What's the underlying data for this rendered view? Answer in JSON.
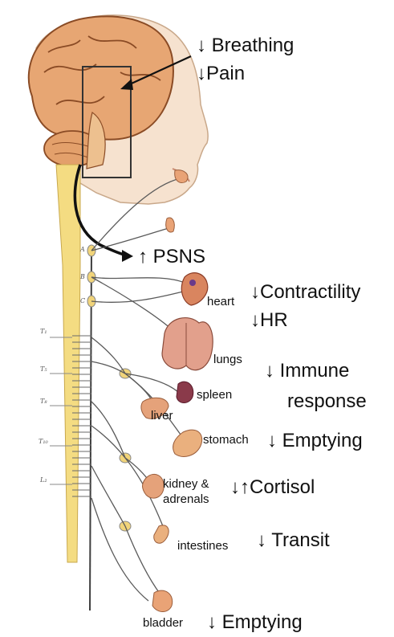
{
  "effects": {
    "breathing": "↓ Breathing",
    "pain": "↓Pain",
    "psns": "↑ PSNS",
    "contractility": "↓Contractility",
    "hr": "↓HR",
    "immune_line1": "↓ Immune",
    "immune_line2": "response",
    "stomach_emptying": "↓ Emptying",
    "cortisol": "↓↑Cortisol",
    "transit": "↓ Transit",
    "bladder_emptying": "↓ Emptying"
  },
  "organs": {
    "heart": "heart",
    "lungs": "lungs",
    "spleen": "spleen",
    "liver": "liver",
    "stomach": "stomach",
    "kidney_line1": "kidney &",
    "kidney_line2": "adrenals",
    "intestines": "intestines",
    "bladder": "bladder"
  },
  "spine_ticks": [
    "T₁",
    "T₅",
    "T₈",
    "T₁₀",
    "L₂"
  ],
  "ganglia_letters": [
    "A",
    "B",
    "C"
  ],
  "colors": {
    "brain": "#e7a673",
    "skin": "#f6e2cf",
    "spinal_cord": "#f4dc82",
    "organ": "#e9a376",
    "nerve": "#5a5a5a"
  }
}
